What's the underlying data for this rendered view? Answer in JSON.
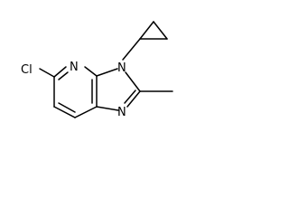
{
  "atoms": {
    "chlorine": "Cl",
    "pyridine_nitrogen": "N",
    "imidazole_n3": "N",
    "imidazole_n1": "N"
  }
}
